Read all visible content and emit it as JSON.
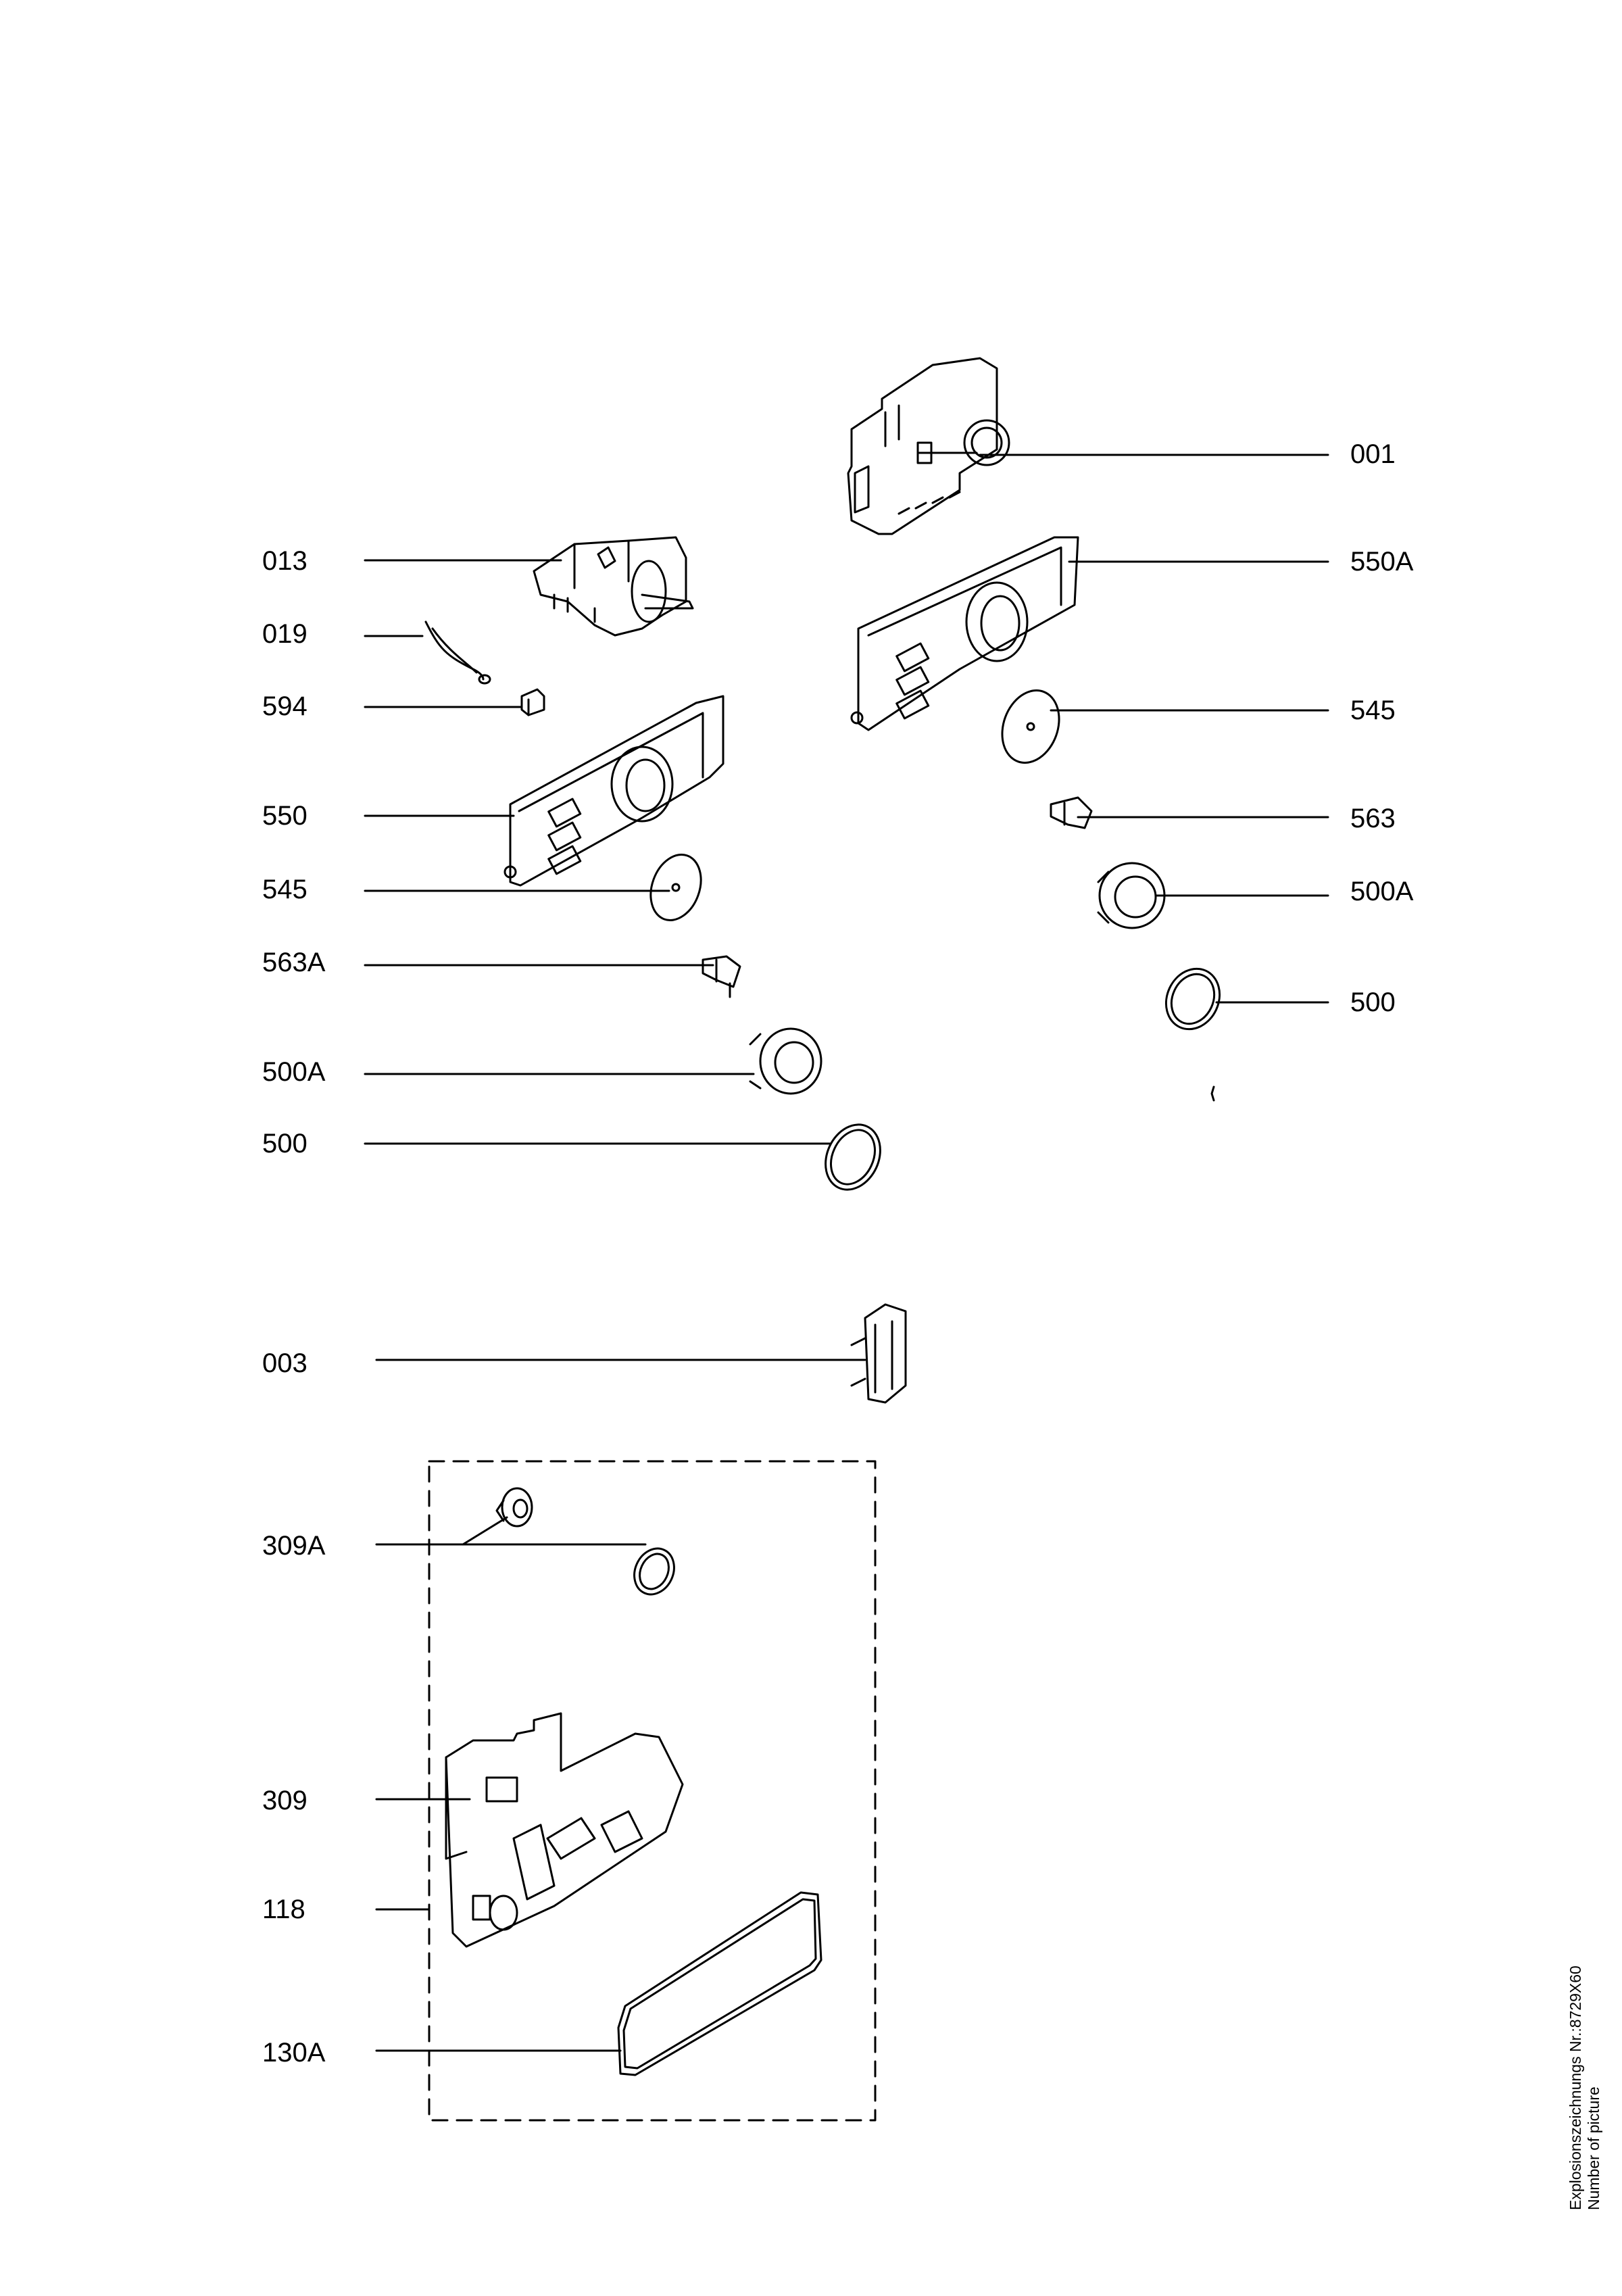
{
  "labels_left": [
    "013",
    "019",
    "594",
    "550",
    "545",
    "563A",
    "500A",
    "500",
    "003",
    "309A",
    "309",
    "118",
    "130A"
  ],
  "labels_right": [
    "001",
    "550A",
    "545",
    "563",
    "500A",
    "500"
  ],
  "footer": {
    "line1": "Explosionszeichnungs Nr.:8729X60",
    "line2": "Number of picture"
  }
}
